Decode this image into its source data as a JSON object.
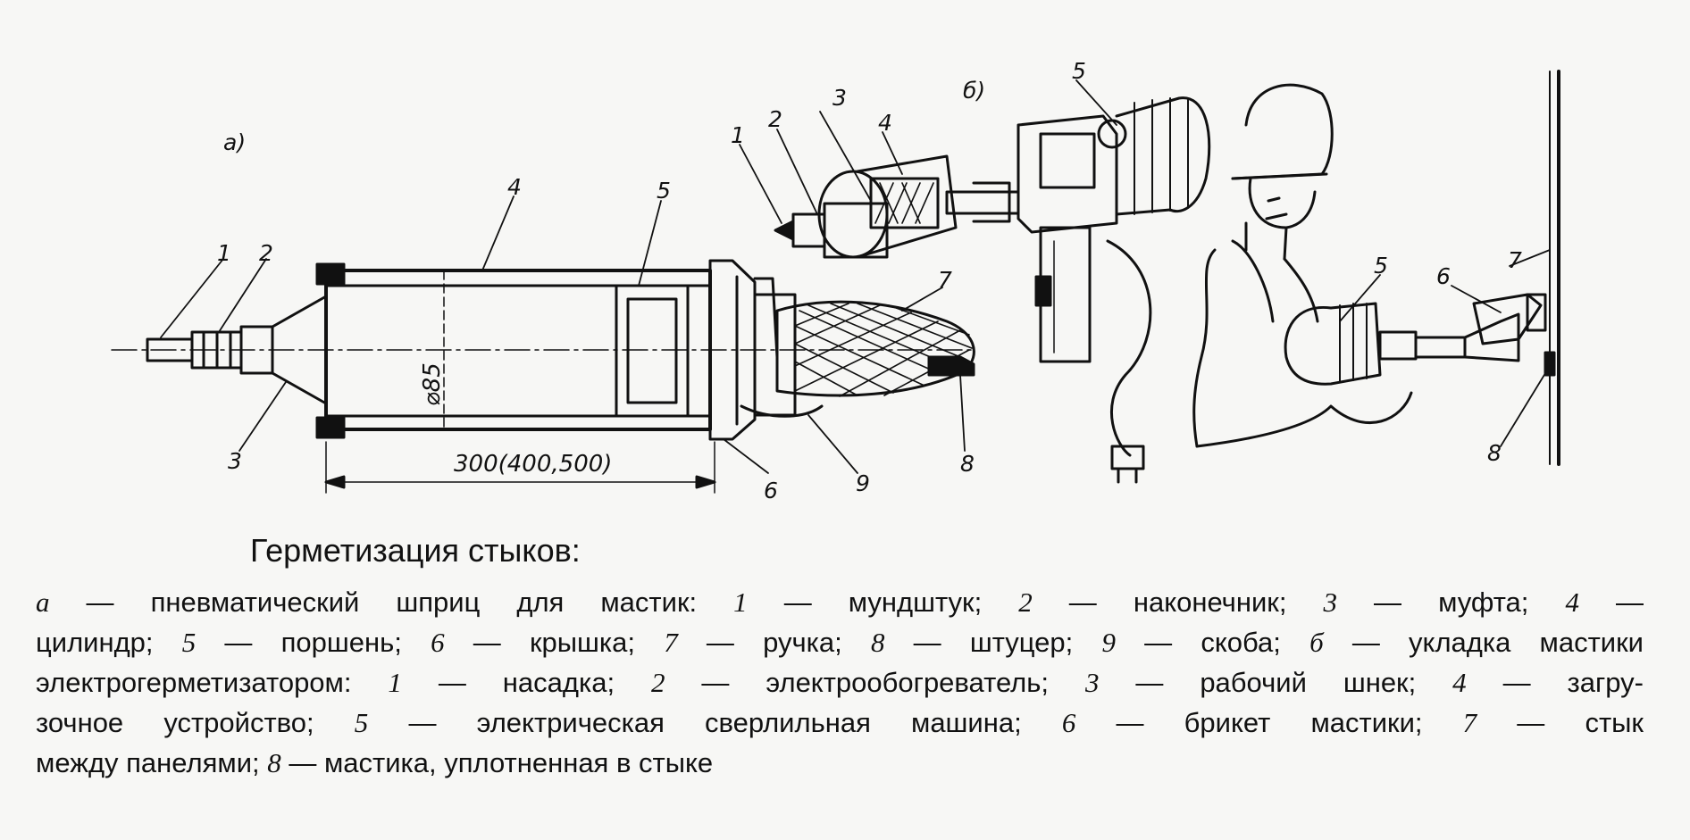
{
  "figure": {
    "panel_a_label": "а)",
    "panel_b_label": "б)",
    "dimension_diameter": "⌀85",
    "dimension_length": "300(400,500)",
    "callouts_a": [
      "1",
      "2",
      "3",
      "4",
      "5",
      "6",
      "7",
      "8",
      "9"
    ],
    "callouts_b": [
      "1",
      "2",
      "3",
      "4",
      "5",
      "5",
      "6",
      "7",
      "8"
    ]
  },
  "caption": {
    "title": "Герметизация стыков:",
    "lines": [
      [
        {
          "i": "а"
        },
        {
          "t": " — пневматический шприц для мастик: "
        },
        {
          "i": "1"
        },
        {
          "t": " — мундштук; "
        },
        {
          "i": "2"
        },
        {
          "t": " — наконечник; "
        },
        {
          "i": "3"
        },
        {
          "t": " — муфта; "
        },
        {
          "i": "4"
        },
        {
          "t": " —"
        }
      ],
      [
        {
          "t": "цилиндр; "
        },
        {
          "i": "5"
        },
        {
          "t": " — поршень; "
        },
        {
          "i": "6"
        },
        {
          "t": " — крышка; "
        },
        {
          "i": "7"
        },
        {
          "t": " — ручка; "
        },
        {
          "i": "8"
        },
        {
          "t": " — штуцер; "
        },
        {
          "i": "9"
        },
        {
          "t": " — скоба; "
        },
        {
          "i": "б"
        },
        {
          "t": " — укладка мастики"
        }
      ],
      [
        {
          "t": "электрогерметизатором: "
        },
        {
          "i": "1"
        },
        {
          "t": " — насадка; "
        },
        {
          "i": "2"
        },
        {
          "t": " — электрообогреватель; "
        },
        {
          "i": "3"
        },
        {
          "t": " — рабочий шнек; "
        },
        {
          "i": "4"
        },
        {
          "t": " — загру-"
        }
      ],
      [
        {
          "t": "зочное устройство; "
        },
        {
          "i": "5"
        },
        {
          "t": " — электрическая сверлильная машина; "
        },
        {
          "i": "6"
        },
        {
          "t": " — брикет мастики; "
        },
        {
          "i": "7"
        },
        {
          "t": " — стык"
        }
      ],
      [
        {
          "t": "между панелями; "
        },
        {
          "i": "8"
        },
        {
          "t": " — мастика, уплотненная в стыке"
        }
      ]
    ]
  }
}
